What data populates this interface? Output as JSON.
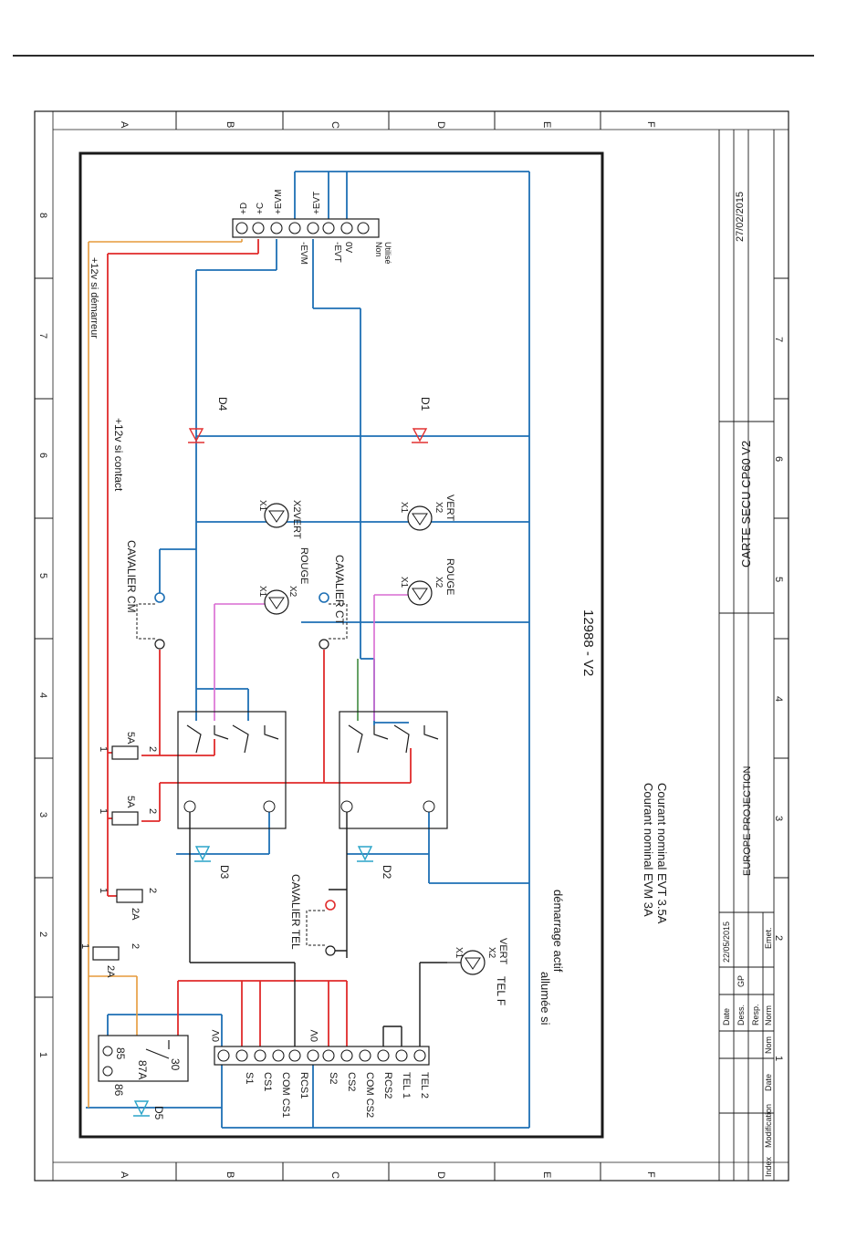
{
  "colors": {
    "ink": "#1a1a1a",
    "wire_blue": "#1d6fb4",
    "wire_red": "#e02a2a",
    "wire_orange": "#e69a3a",
    "wire_pink": "#d86bd2",
    "wire_green": "#3f8a3f",
    "diode_red": "#e23030",
    "diode_cyan": "#2aa4c8"
  },
  "frame": {
    "grid_letters": [
      "A",
      "B",
      "C",
      "D",
      "E",
      "F"
    ],
    "grid_numbers": [
      "8",
      "7",
      "6",
      "5",
      "4",
      "3",
      "2",
      "1"
    ],
    "bottom_numbers": [
      "7",
      "6",
      "5",
      "4",
      "3",
      "2",
      "1"
    ]
  },
  "title_block": {
    "date_top": "27/02/2015",
    "title": "CARTE SECU CP60 V2",
    "company": "EUROPE PROJECTION",
    "date_value": "22/05/2015",
    "dess_value": "GP",
    "labels": {
      "date": "Date",
      "dess": "Dess.",
      "resp": "Resp.",
      "norm": "Norm",
      "nom": "Nom",
      "emet": "Emet.",
      "index": "Index",
      "modification": "Modification",
      "date2": "Date"
    }
  },
  "drawing": {
    "number": "12988 - V2",
    "nominal_evm": "Courant nominal EVM 3A",
    "nominal_evt": "Courant nominal EVT 3.5A"
  },
  "top_connector": {
    "labels_top": [
      "+D",
      "+C",
      "+EVM",
      "+EVT"
    ],
    "labels_bottom": [
      "-EVM",
      "-EVT",
      "0V",
      "Non",
      "Utilisé"
    ]
  },
  "bottom_connector": {
    "pins_group1": [
      "S1",
      "CS1",
      "COM CS1",
      "RCS1"
    ],
    "pins_group2": [
      "S2",
      "CS2",
      "COM CS2",
      "RCS2",
      "TEL 1",
      "TEL 2"
    ],
    "ov1": "0V",
    "ov2": "0V"
  },
  "relay": {
    "pin85": "85",
    "pin86": "86",
    "pin87a": "87A",
    "pin30": "30"
  },
  "labels": {
    "plus12_demarreur": "+12v si démarreur",
    "plus12_contact": "+12v si contact",
    "cavalier_cm": "CAVALIER CM",
    "cavalier_ct": "CAVALIER CT",
    "cavalier_tel": "CAVALIER TEL",
    "allumee": "allumée si",
    "demarrage": "démarrage actif",
    "tel_f": "TEL F",
    "d1": "D1",
    "d2": "D2",
    "d3": "D3",
    "d4": "D4",
    "d5": "D5",
    "x1": "X1",
    "x2": "X2",
    "x2vert": "X2VERT",
    "vert": "VERT",
    "rouge": "ROUGE",
    "fuse_5a": "5A",
    "fuse_2a": "2A",
    "pin1": "1",
    "pin2": "2"
  }
}
